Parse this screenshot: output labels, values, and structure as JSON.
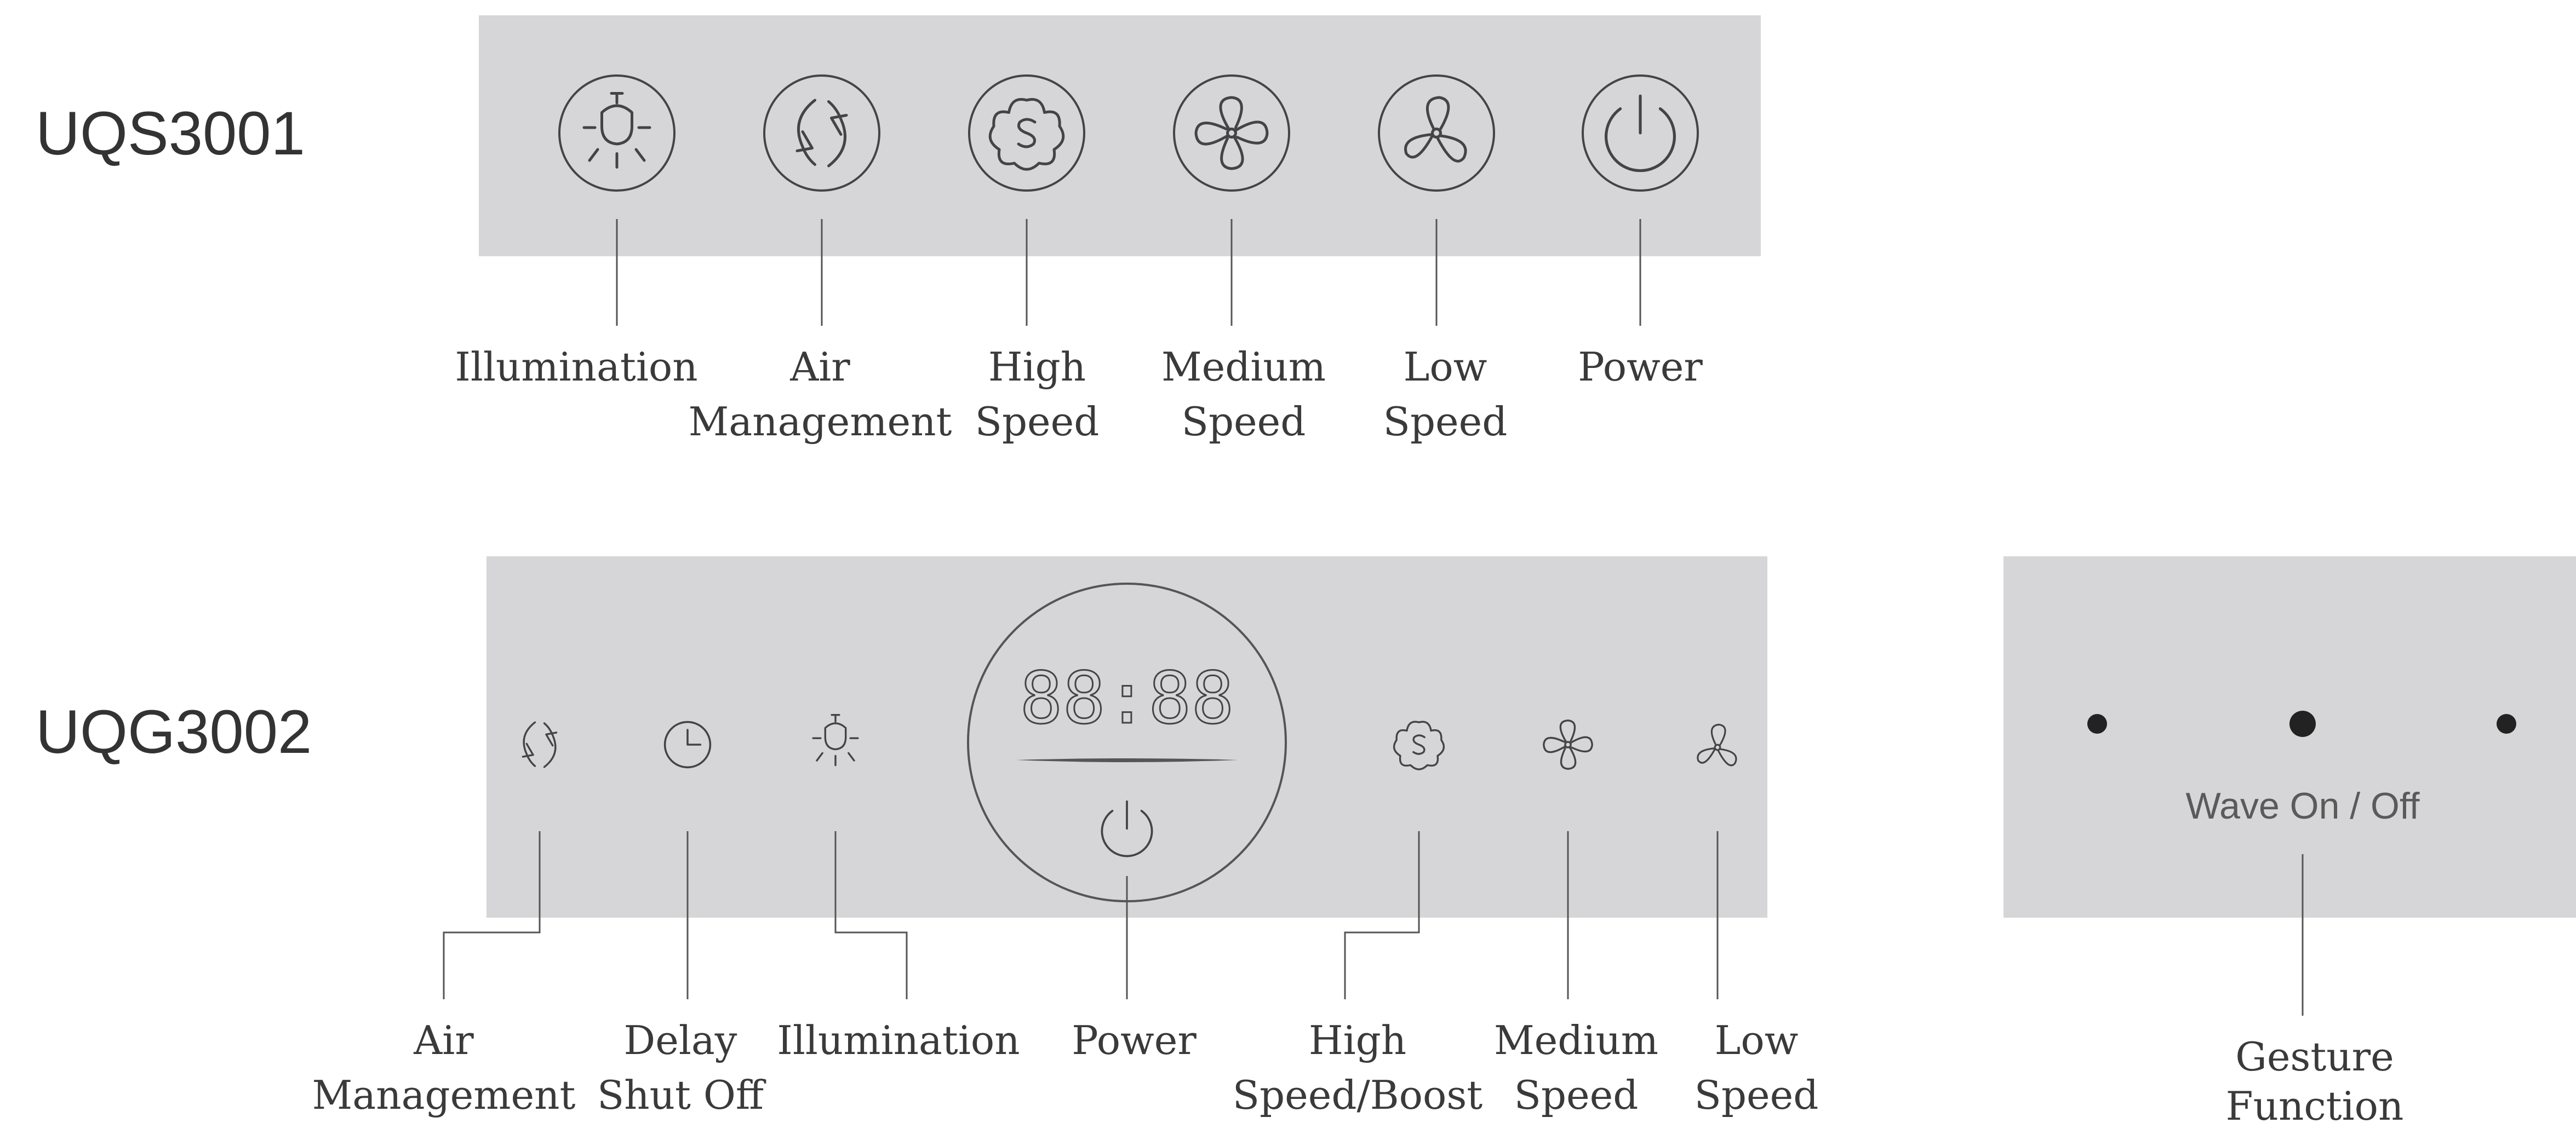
{
  "models": [
    {
      "name": "UQS3001",
      "buttons": [
        {
          "icon": "light-icon",
          "label_lines": [
            "Illumination"
          ]
        },
        {
          "icon": "air-management-icon",
          "label_lines": [
            "Air",
            "Management"
          ]
        },
        {
          "icon": "high-speed-fan-icon",
          "label_lines": [
            "High",
            "Speed"
          ]
        },
        {
          "icon": "medium-speed-fan-icon",
          "label_lines": [
            "Medium",
            "Speed"
          ]
        },
        {
          "icon": "low-speed-fan-icon",
          "label_lines": [
            "Low",
            "Speed"
          ]
        },
        {
          "icon": "power-icon",
          "label_lines": [
            "Power"
          ]
        }
      ]
    },
    {
      "name": "UQG3002",
      "display": "88:88",
      "buttons": [
        {
          "icon": "air-management-icon",
          "label_lines": [
            "Air",
            "Management"
          ]
        },
        {
          "icon": "clock-icon",
          "label_lines": [
            "Delay",
            "Shut Off"
          ]
        },
        {
          "icon": "light-icon",
          "label_lines": [
            "Illumination"
          ]
        },
        {
          "icon": "power-icon",
          "label_lines": [
            "Power"
          ]
        },
        {
          "icon": "high-speed-fan-icon",
          "label_lines": [
            "High",
            "Speed/Boost"
          ]
        },
        {
          "icon": "medium-speed-fan-icon",
          "label_lines": [
            "Medium",
            "Speed"
          ]
        },
        {
          "icon": "low-speed-fan-icon",
          "label_lines": [
            "Low",
            "Speed"
          ]
        }
      ],
      "gesture_panel": {
        "panel_text": "Wave On / Off",
        "label_lines": [
          "Gesture",
          "Function"
        ]
      }
    }
  ],
  "colors": {
    "panel": "#d6d6d8",
    "line": "#555555",
    "text": "#3a3a3a"
  }
}
